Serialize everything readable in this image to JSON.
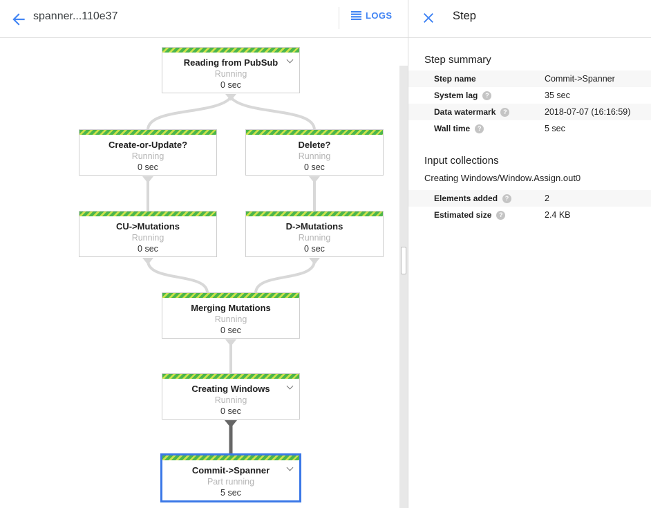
{
  "header": {
    "title": "spanner...110e37",
    "logs_label": "LOGS"
  },
  "panel": {
    "title": "Step",
    "step_summary": {
      "heading": "Step summary",
      "rows": [
        {
          "label": "Step name",
          "value": "Commit->Spanner"
        },
        {
          "label": "System lag",
          "value": "35 sec"
        },
        {
          "label": "Data watermark",
          "value": "2018-07-07 (16:16:59)"
        },
        {
          "label": "Wall time",
          "value": "5 sec"
        }
      ]
    },
    "input_collections": {
      "heading": "Input collections",
      "collection_name": "Creating Windows/Window.Assign.out0",
      "rows": [
        {
          "label": "Elements added",
          "value": "2"
        },
        {
          "label": "Estimated size",
          "value": "2.4 KB"
        }
      ]
    },
    "help_glyph": "?"
  },
  "graph": {
    "nodes": [
      {
        "id": "reading-from-pubsub",
        "title": "Reading from PubSub",
        "status": "Running",
        "time": "0 sec",
        "expandable": true,
        "selected": false
      },
      {
        "id": "create-or-update",
        "title": "Create-or-Update?",
        "status": "Running",
        "time": "0 sec",
        "expandable": false,
        "selected": false
      },
      {
        "id": "delete",
        "title": "Delete?",
        "status": "Running",
        "time": "0 sec",
        "expandable": false,
        "selected": false
      },
      {
        "id": "cu-mutations",
        "title": "CU->Mutations",
        "status": "Running",
        "time": "0 sec",
        "expandable": false,
        "selected": false
      },
      {
        "id": "d-mutations",
        "title": "D->Mutations",
        "status": "Running",
        "time": "0 sec",
        "expandable": false,
        "selected": false
      },
      {
        "id": "merging-mutations",
        "title": "Merging Mutations",
        "status": "Running",
        "time": "0 sec",
        "expandable": false,
        "selected": false
      },
      {
        "id": "creating-windows",
        "title": "Creating Windows",
        "status": "Running",
        "time": "0 sec",
        "expandable": true,
        "selected": false
      },
      {
        "id": "commit-spanner",
        "title": "Commit->Spanner",
        "status": "Part running",
        "time": "5 sec",
        "expandable": true,
        "selected": true
      }
    ],
    "edges": [
      {
        "from": "reading-from-pubsub",
        "to": "create-or-update",
        "highlighted": false
      },
      {
        "from": "reading-from-pubsub",
        "to": "delete",
        "highlighted": false
      },
      {
        "from": "create-or-update",
        "to": "cu-mutations",
        "highlighted": false
      },
      {
        "from": "delete",
        "to": "d-mutations",
        "highlighted": false
      },
      {
        "from": "cu-mutations",
        "to": "merging-mutations",
        "highlighted": false
      },
      {
        "from": "d-mutations",
        "to": "merging-mutations",
        "highlighted": false
      },
      {
        "from": "merging-mutations",
        "to": "creating-windows",
        "highlighted": false
      },
      {
        "from": "creating-windows",
        "to": "commit-spanner",
        "highlighted": true
      }
    ]
  },
  "colors": {
    "accent_blue": "#4285f4",
    "selection_border": "#3b78e7",
    "stripe_green": "#4cb64c",
    "stripe_lime": "#cbe24b",
    "edge_gray": "#d8d8d8",
    "edge_dark": "#666666",
    "row_shade": "#f7f7f7"
  }
}
